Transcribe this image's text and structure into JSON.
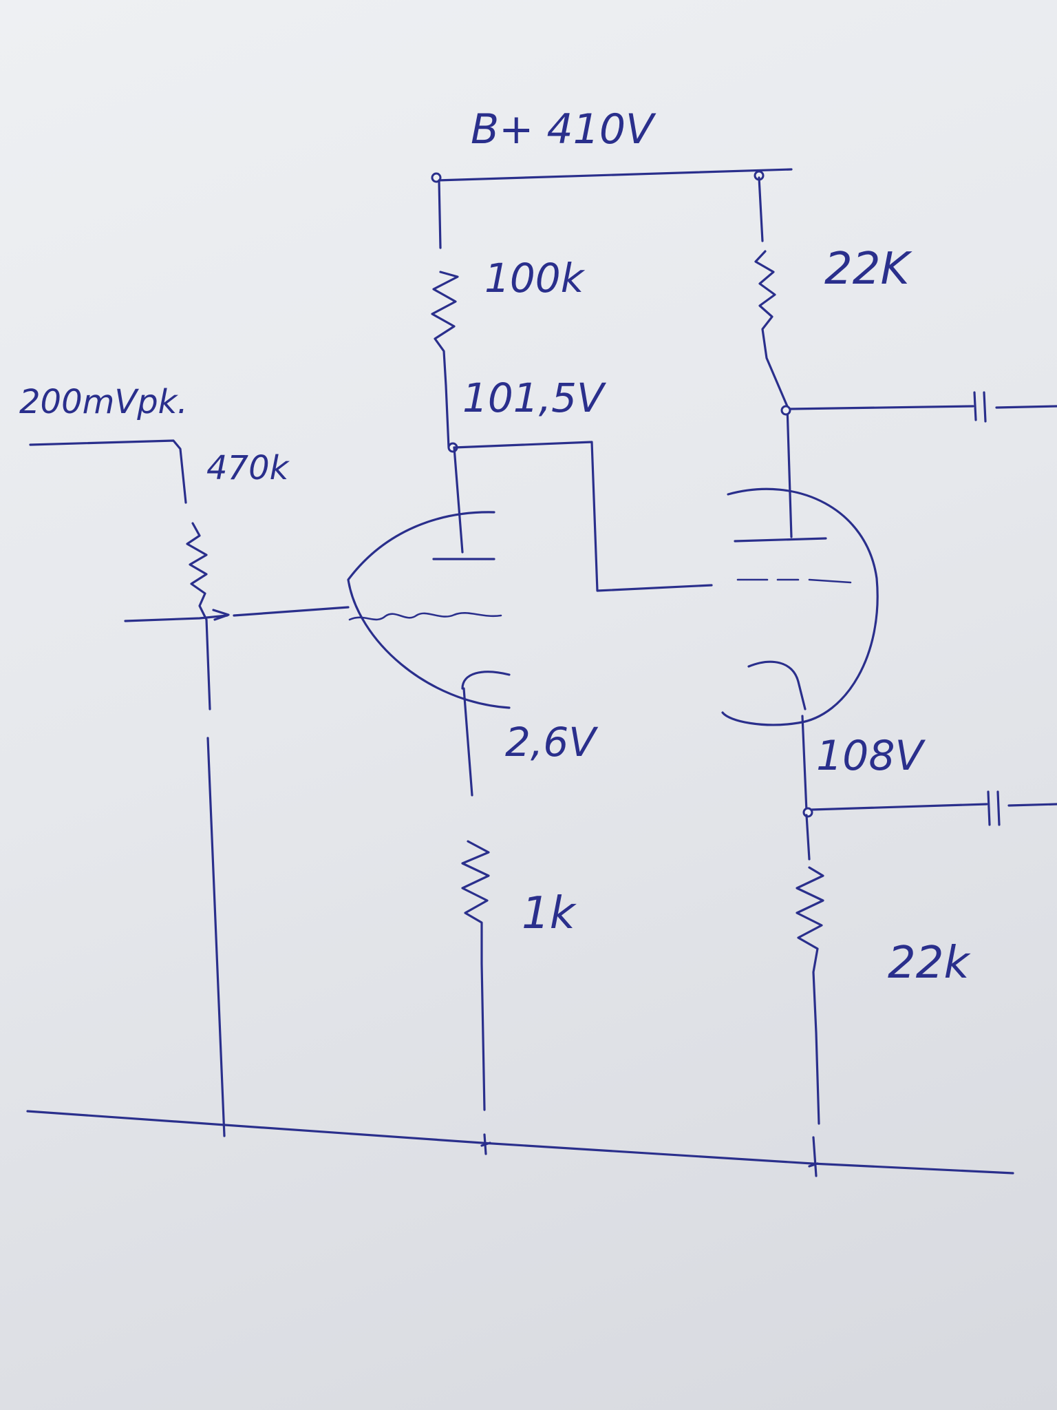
{
  "colors": {
    "paper": "#e6e8ec",
    "ink": "#2a2f8c"
  },
  "labels": {
    "supply": "B+ 410V",
    "anode_resistor": "100k",
    "anode_voltage": "101,5V",
    "input_signal": "200mVpk.",
    "input_pot": "470k",
    "cathode_voltage_1": "2,6V",
    "cathode_resistor": "1k",
    "anode_resistor_2": "22K",
    "cathode_voltage_2": "108V",
    "cathode_resistor_2": "22k"
  }
}
